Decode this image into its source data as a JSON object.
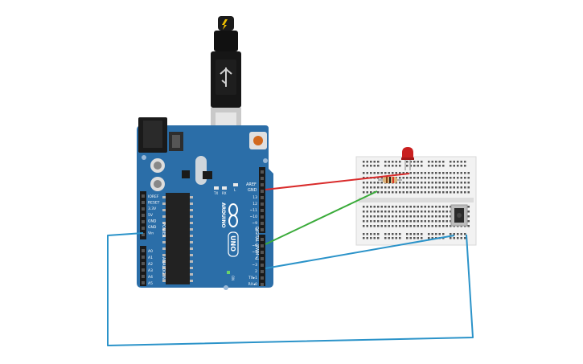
{
  "board": {
    "brand": "ARDUINO",
    "model": "UNO",
    "on_label": "ON",
    "analog_label": "ANALOG IN",
    "power_label": "POWER",
    "digital_label": "DIGITAL (PWM~)",
    "aref_label": "AREF",
    "gnd_label": "GND",
    "led_labels": [
      "TX",
      "RX",
      "L"
    ],
    "power_pins": [
      "IOREF",
      "RESET",
      "3.3V",
      "5V",
      "GND",
      "GND",
      "Vin"
    ],
    "analog_pins": [
      "A0",
      "A1",
      "A2",
      "A3",
      "A4",
      "A5"
    ],
    "digital_pins_top": [
      "13",
      "12",
      "~11",
      "~10",
      "~9",
      "8"
    ],
    "digital_pins_bottom": [
      "7",
      "~6",
      "~5",
      "4",
      "~3",
      "2",
      "TX▸1",
      "RX◂0"
    ]
  },
  "colors": {
    "board": "#2b6ea8",
    "wire_red": "#d92b2b",
    "wire_green": "#3aab3a",
    "wire_blue": "#2b93c9",
    "breadboard": "#f2f2f2",
    "led": "#c91f1f"
  }
}
